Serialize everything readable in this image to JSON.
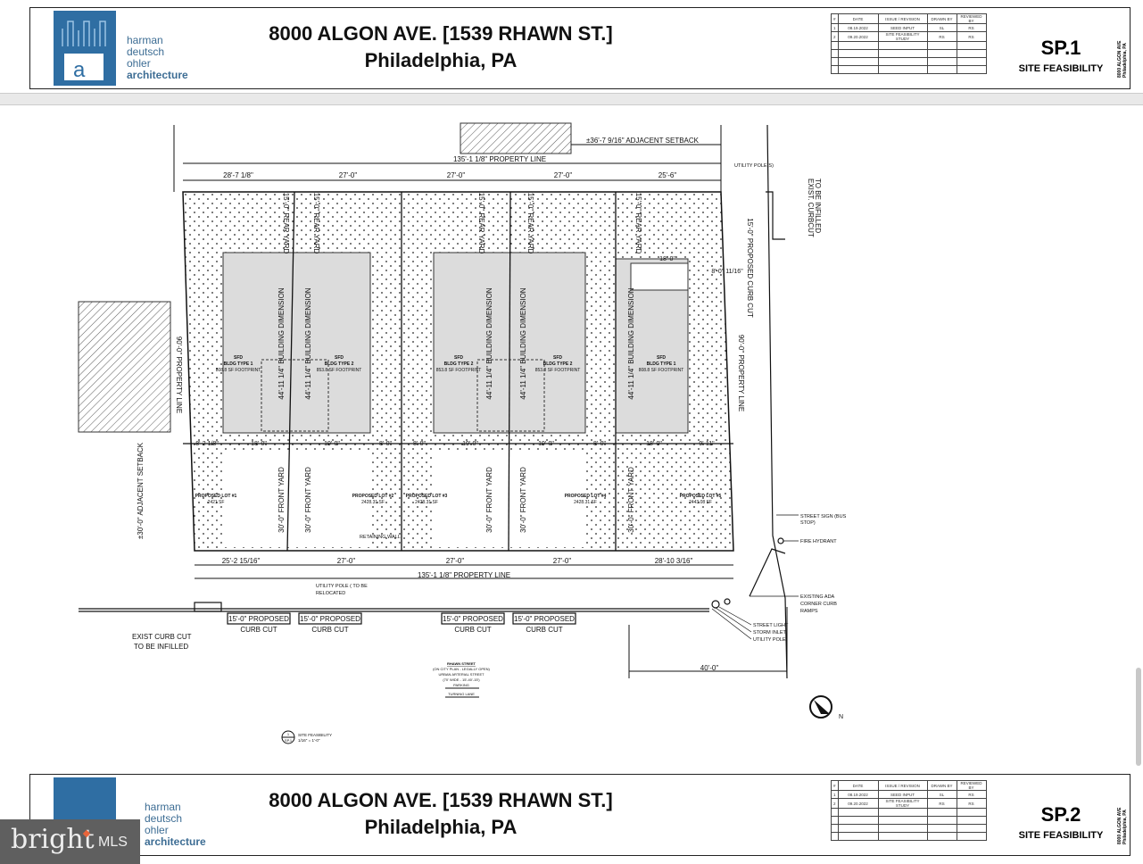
{
  "title_block": {
    "firm_lines": [
      "harman",
      "deutsch",
      "ohler",
      "architecture"
    ],
    "project_title": "8000 ALGON AVE. [1539 RHAWN ST.]",
    "city": "Philadelphia, PA",
    "revision_table": {
      "headers": [
        "#",
        "DATE",
        "ISSUE / REVISION",
        "DRAWN BY",
        "REVIEWED BY"
      ],
      "rows": [
        [
          "1",
          "08.19.2022",
          "SEED INPUT",
          "SL",
          "RS"
        ],
        [
          "2",
          "09.20.2022",
          "SITE FEASIBILITY STUDY",
          "RS",
          "RS"
        ]
      ]
    },
    "side_address": [
      "8000 ALGON AVE",
      "Philadelphia, PA"
    ]
  },
  "sheets": [
    {
      "number": "SP.1",
      "name": "SITE FEASIBILITY"
    },
    {
      "number": "SP.2",
      "name": "SITE FEASIBILITY"
    }
  ],
  "plan": {
    "top_property_line": "135'-1 1/8\" PROPERTY LINE",
    "bottom_property_line": "135'-1 1/8\" PROPERTY LINE",
    "adjacent_setback_top": "±36'-7 9/16\" ADJACENT SETBACK",
    "adjacent_setback_left": "±30'-0\" ADJACENT SETBACK",
    "left_property_line": "90'-0\" PROPERTY LINE",
    "right_property_line": "90'-0\" PROPERTY LINE",
    "top_dims": [
      "28'-7 1/8\"",
      "27'-0\"",
      "27'-0\"",
      "27'-0\"",
      "25'-6\""
    ],
    "bottom_dims": [
      "25'-2 15/16\"",
      "27'-0\"",
      "27'-0\"",
      "27'-0\"",
      "28'-10 3/16\""
    ],
    "mid_dims": [
      "8'-2 1/8\"",
      "18'-0\"",
      "19'-0\"",
      "8'-0\"",
      "8'-0\"",
      "19'-0\"",
      "19'-0\"",
      "8'-0\"",
      "18'-0\"",
      "9'-11\""
    ],
    "rear_yard": "15'-0\" REAR YARD",
    "front_yard": "30'-0\" FRONT YARD",
    "building_dimension": "44'-11 1/4\" BUILDING DIMENSION",
    "buildings": [
      {
        "type": "SFD",
        "name": "BLDG TYPE 1",
        "footprint": "808.8 SF FOOTPRINT"
      },
      {
        "type": "SFD",
        "name": "BLDG TYPE 2",
        "footprint": "853.8 SF FOOTPRINT"
      },
      {
        "type": "SFD",
        "name": "BLDG TYPE 2",
        "footprint": "853.8 SF FOOTPRINT"
      },
      {
        "type": "SFD",
        "name": "BLDG TYPE 2",
        "footprint": "853.8 SF FOOTPRINT"
      },
      {
        "type": "SFD",
        "name": "BLDG TYPE 1",
        "footprint": "808.8 SF FOOTPRINT"
      }
    ],
    "lots": [
      {
        "name": "PROPOSED LOT #1",
        "area": "2421 SF"
      },
      {
        "name": "PROPOSED LOT #2",
        "area": "2428.31 SF"
      },
      {
        "name": "PROPOSED LOT #3",
        "area": "2428.31 SF"
      },
      {
        "name": "PROPOSED LOT #4",
        "area": "2428.31 SF"
      },
      {
        "name": "PROPOSED LOT #5",
        "area": "2443.08 SF"
      }
    ],
    "side_dims": {
      "curb_cut_right": "15'-0\" PROPOSED CURB CUT",
      "right_small": "8'-0\" 11/16\"",
      "notch": "18'-0\"",
      "street_width": "40'-0\""
    },
    "curb_cuts": [
      "15'-0\" PROPOSED",
      "CURB CUT"
    ],
    "exist_curb_cut": [
      "EXIST CURB CUT",
      "TO BE INFILLED"
    ],
    "exist_curb_cut_right": [
      "EXIST. CURBCUT",
      "TO BE INFILLED"
    ],
    "utility_pole_relocate": [
      "UTILITY POLE ( TO BE",
      "RELOCATED"
    ],
    "utility_poles": "UTILITY POLE(S)",
    "retaining_wall": "RETAINING WALL",
    "street_notes": [
      "STREET SIGN (BUS",
      "STOP)",
      "FIRE HYDRANT",
      "EXISTING ADA",
      "CORNER CURB",
      "RAMPS",
      "STREET LIGHT",
      "STORM INLET",
      "UTILITY POLE"
    ],
    "rhawn": [
      "RHAWN STREET",
      "(ON CITY PLAN - LEGALLY OPEN)",
      "URBAN ARTERIAL STREET",
      "(70' WIDE - 15'-40'-15')",
      "PARKING",
      "TURNING LANE"
    ],
    "north": "N",
    "view_label": [
      "SITE FEASIBILITY",
      "1/16\" = 1'-0\""
    ],
    "view_number": [
      "1",
      "SP.1"
    ]
  },
  "watermark": {
    "brand": "bright",
    "suffix": "MLS"
  }
}
